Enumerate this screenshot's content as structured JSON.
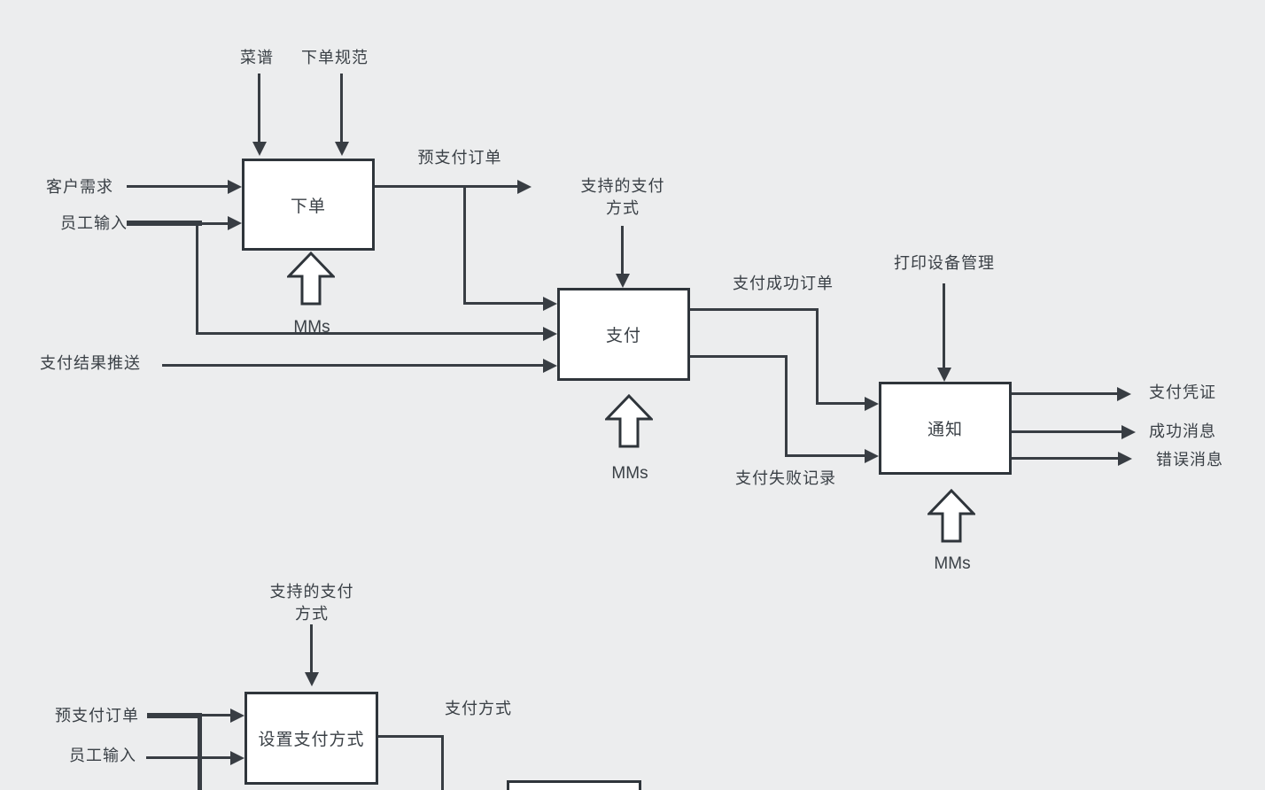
{
  "diagram_type": "data-flow-diagram",
  "processes": {
    "place_order": "下单",
    "pay": "支付",
    "notify": "通知",
    "set_payment_method": "设置支付方式"
  },
  "inputs": {
    "menu": "菜谱",
    "order_spec": "下单规范",
    "customer_demand": "客户需求",
    "employee_input": "员工输入",
    "payment_result_push": "支付结果推送",
    "print_device_mgmt": "打印设备管理",
    "supported_payment_l1": "支持的支付",
    "supported_payment_l2": "方式"
  },
  "outputs": {
    "prepaid_order": "预支付订单",
    "payment_success_order": "支付成功订单",
    "payment_fail_record": "支付失败记录",
    "payment_voucher": "支付凭证",
    "success_message": "成功消息",
    "error_message": "错误消息",
    "payment_method": "支付方式"
  },
  "mechanism": {
    "mms": "MMs"
  },
  "colors": {
    "background": "#ecedee",
    "line": "#383d43",
    "box_border": "#2f353b",
    "box_fill": "#ffffff",
    "text": "#3a4046"
  }
}
